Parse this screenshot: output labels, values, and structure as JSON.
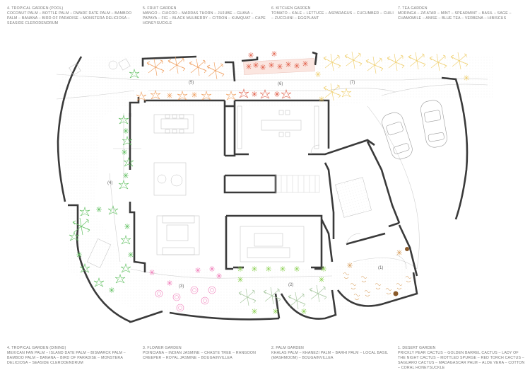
{
  "legends_top": [
    {
      "title": "4. Tropical Garden (Pool)",
      "plants": "Coconut Palm – Bottle Palm – Dwarf Date Palm – Bamboo Palm – Banana – Bird of Paradise – Monstera Deliciosa – Seaside Clerodendrum"
    },
    {
      "title": "5. Fruit Garden",
      "plants": "Mango – Chicoo – Madras Thorn – Jujube – Guava – Papaya – Fig – Black Mulberry – Citron – Kumquat – Cape Honeysuckle"
    },
    {
      "title": "6. Kitchen Garden",
      "plants": "Tomato – Kale – Lettuce – Asparagus – Cucumber – Chili – Zucchini – Eggplant"
    },
    {
      "title": "7. Tea Garden",
      "plants": "Moringa – Za'atar – Mint – Spearmint – Basil – Sage – Chamomile – Anise – Blue Tea – Verbena – Hibiscus"
    }
  ],
  "legends_bottom": [
    {
      "title": "4. Tropical Garden (Dining)",
      "plants": "Mexican Fan Palm – Island Date Palm – Bismarck Palm – Bamboo Palm – Banana – Bird of Paradise – Monstera Deliciosa – Seaside Clerodendrum"
    },
    {
      "title": "3. Flower Garden",
      "plants": "Poinciana – Indian Jasmine – Chaste Tree – Rangoon Creeper – Royal Jasmine – Bougainvillea"
    },
    {
      "title": "2. Palm Garden",
      "plants": "Khalas Palm – Khanezi Palm – Barhi Palm – Local Basil (Mashmoom) – Bougainvillea"
    },
    {
      "title": "1. Desert Garden",
      "plants": "Prickly Pear Cactus – Golden Barrel Cactus – Lady of the Night Cactus – Mottled Spurge – Red Torch Cactus – Saguaro Cactus – Madagascar Palm – Aloe Vera – Cotton – Coral Honeysuckle"
    }
  ],
  "zones": {
    "z1": "(1)",
    "z2": "(2)",
    "z3": "(3)",
    "z4": "(4)",
    "z5": "(5)",
    "z6": "(6)",
    "z7": "(7)"
  },
  "colors": {
    "wall": "#333333",
    "thin_line": "#c8c8c8",
    "tropical": "#5fbf5f",
    "fruit": "#f0a060",
    "kitchen": "#e0604a",
    "tea": "#f0d070",
    "flower": "#f07ab8",
    "palm": "#a8c8a0",
    "desert": "#d8a060"
  }
}
